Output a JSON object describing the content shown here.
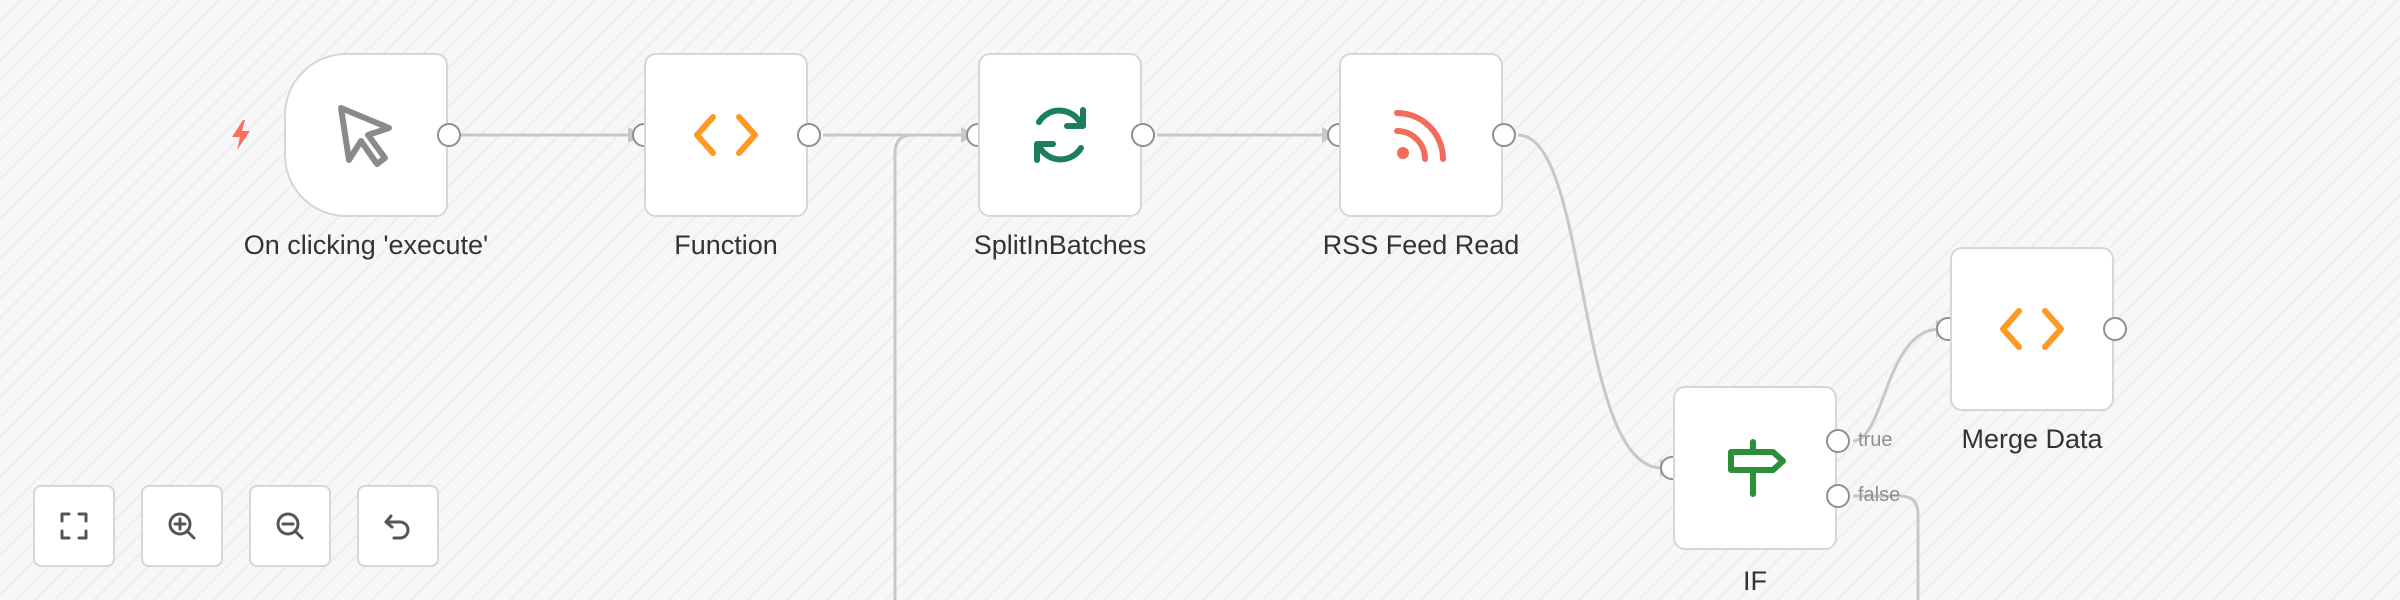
{
  "nodes": {
    "trigger": {
      "label": "On clicking 'execute'",
      "icon": "cursor-click-icon"
    },
    "function": {
      "label": "Function",
      "icon": "code-icon"
    },
    "split": {
      "label": "SplitInBatches",
      "icon": "sync-icon"
    },
    "rss": {
      "label": "RSS Feed Read",
      "icon": "rss-icon"
    },
    "if": {
      "label": "IF",
      "icon": "signpost-icon",
      "outputs": {
        "true": "true",
        "false": "false"
      }
    },
    "merge": {
      "label": "Merge Data",
      "icon": "code-icon"
    }
  },
  "controls": [
    {
      "name": "fit-view",
      "icon": "fullscreen-icon"
    },
    {
      "name": "zoom-in",
      "icon": "zoom-in-icon"
    },
    {
      "name": "zoom-out",
      "icon": "zoom-out-icon"
    },
    {
      "name": "reset-zoom",
      "icon": "undo-icon"
    }
  ],
  "colors": {
    "accent_orange": "#ff9922",
    "accent_green": "#1a7f5a",
    "if_green": "#2b8f3a",
    "rss_red": "#f26b5b",
    "trigger_red": "#ff6d5a",
    "connection": "#c4c4c8"
  }
}
